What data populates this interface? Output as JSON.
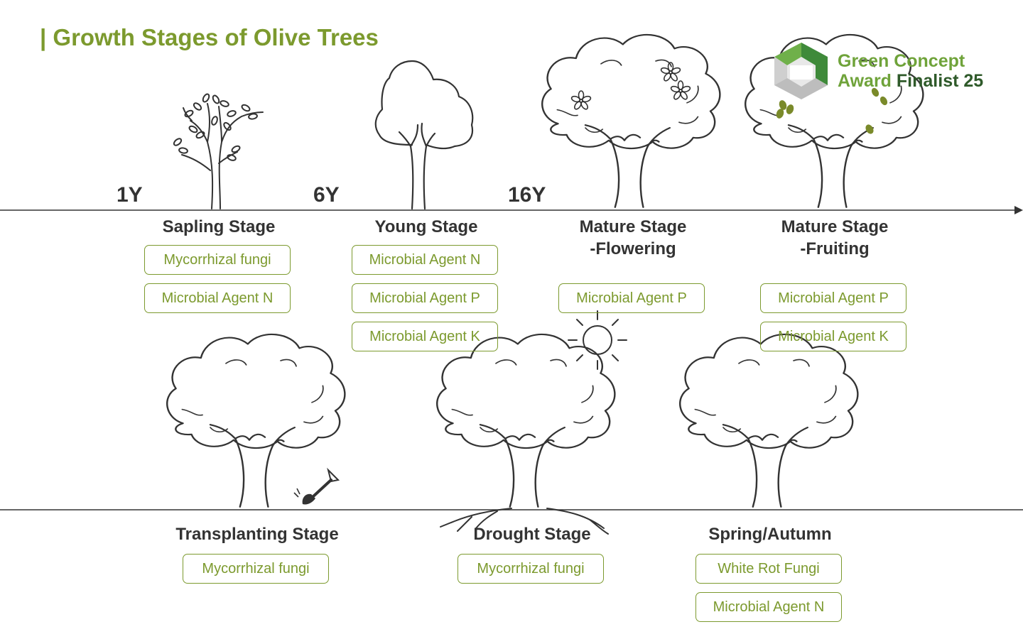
{
  "title": "| Growth Stages of Olive Trees",
  "years": [
    "1Y",
    "6Y",
    "16Y"
  ],
  "upper_stages": [
    {
      "lines": [
        "Sapling Stage"
      ],
      "agents": [
        "Mycorrhizal fungi",
        "Microbial Agent N"
      ]
    },
    {
      "lines": [
        "Young Stage"
      ],
      "agents": [
        "Microbial Agent N",
        "Microbial Agent P",
        "Microbial Agent K"
      ]
    },
    {
      "lines": [
        "Mature Stage",
        "-Flowering"
      ],
      "agents": [
        "Microbial Agent P"
      ]
    },
    {
      "lines": [
        "Mature Stage",
        "-Fruiting"
      ],
      "agents": [
        "Microbial Agent P",
        "Microbial Agent K"
      ]
    }
  ],
  "lower_stages": [
    {
      "lines": [
        "Transplanting Stage"
      ],
      "agents": [
        "Mycorrhizal fungi"
      ]
    },
    {
      "lines": [
        "Drought Stage"
      ],
      "agents": [
        "Mycorrhizal fungi"
      ]
    },
    {
      "lines": [
        "Spring/Autumn"
      ],
      "agents": [
        "White Rot Fungi",
        "Microbial Agent N"
      ]
    }
  ],
  "badge": {
    "line1": "Green Concept",
    "line2a": "Award ",
    "line2b": "Finalist 25"
  },
  "colors": {
    "accent": "#7c9a2e",
    "line": "#333333",
    "badge_green": "#6fa33a",
    "olive": "#7a8a2a"
  },
  "icons": [
    "sapling-icon",
    "young-tree-icon",
    "flowering-tree-icon",
    "fruiting-tree-icon",
    "transplant-tree-icon",
    "shovel-icon",
    "drought-tree-icon",
    "sun-icon",
    "spring-autumn-tree-icon",
    "award-badge-icon",
    "timeline-arrow-icon"
  ]
}
